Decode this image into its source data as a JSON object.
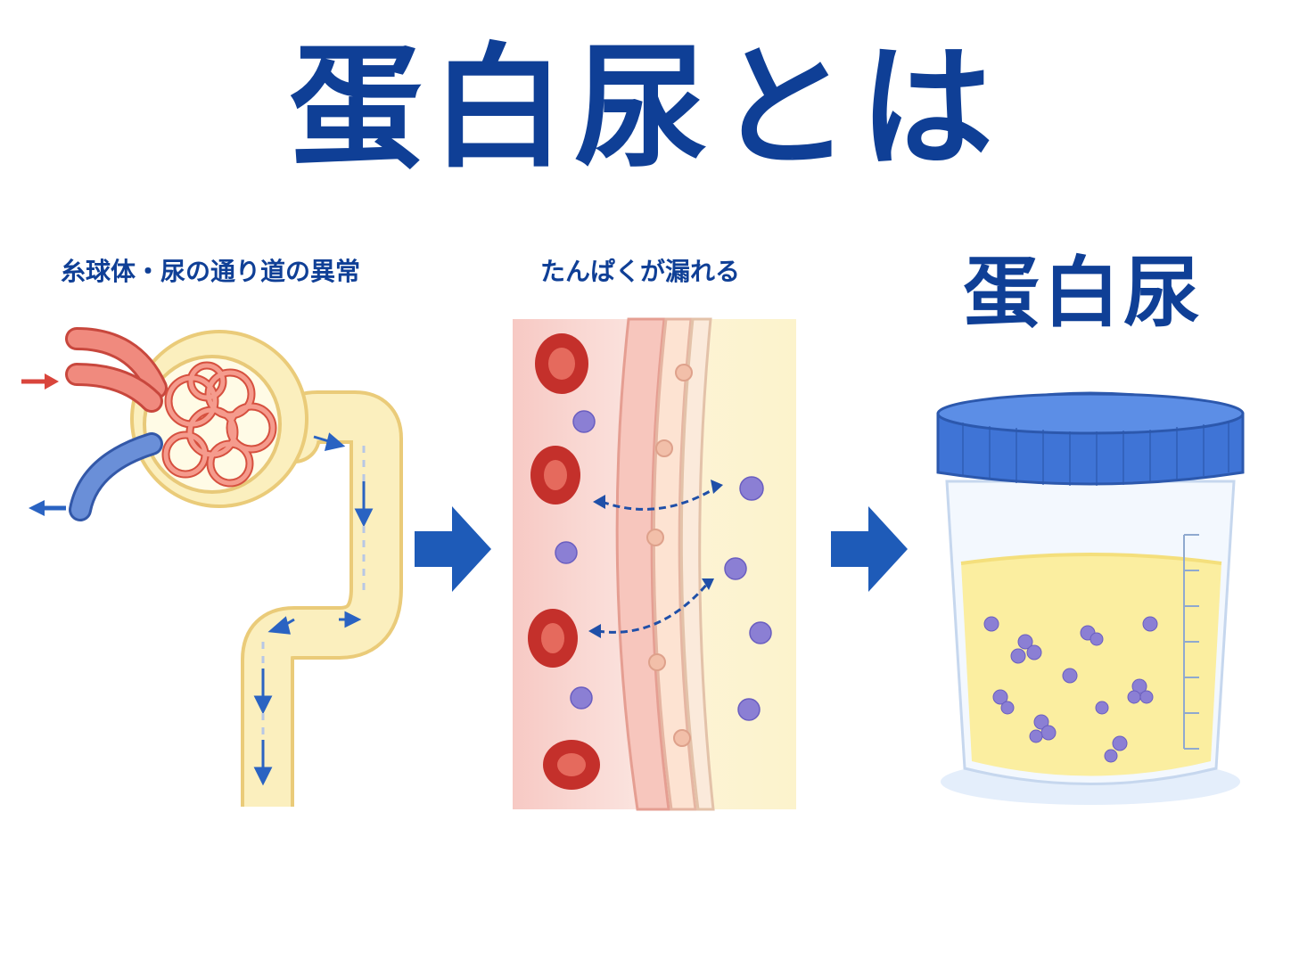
{
  "title": "蛋白尿とは",
  "steps": [
    {
      "label": "糸球体・尿の通り道の異常",
      "icon": "kidney-nephron-icon"
    },
    {
      "label": "たんぱくが漏れる",
      "icon": "glomerular-membrane-icon"
    }
  ],
  "result": {
    "label": "蛋白尿",
    "icon": "urine-cup-icon"
  },
  "colors": {
    "title": "#0f3f96",
    "accent_blue": "#1e5bb8",
    "blood_red": "#d9453c",
    "protein_purple": "#8b7fd4",
    "urine_yellow": "#fbeea0",
    "tubule_yellow": "#f8e7a8"
  }
}
